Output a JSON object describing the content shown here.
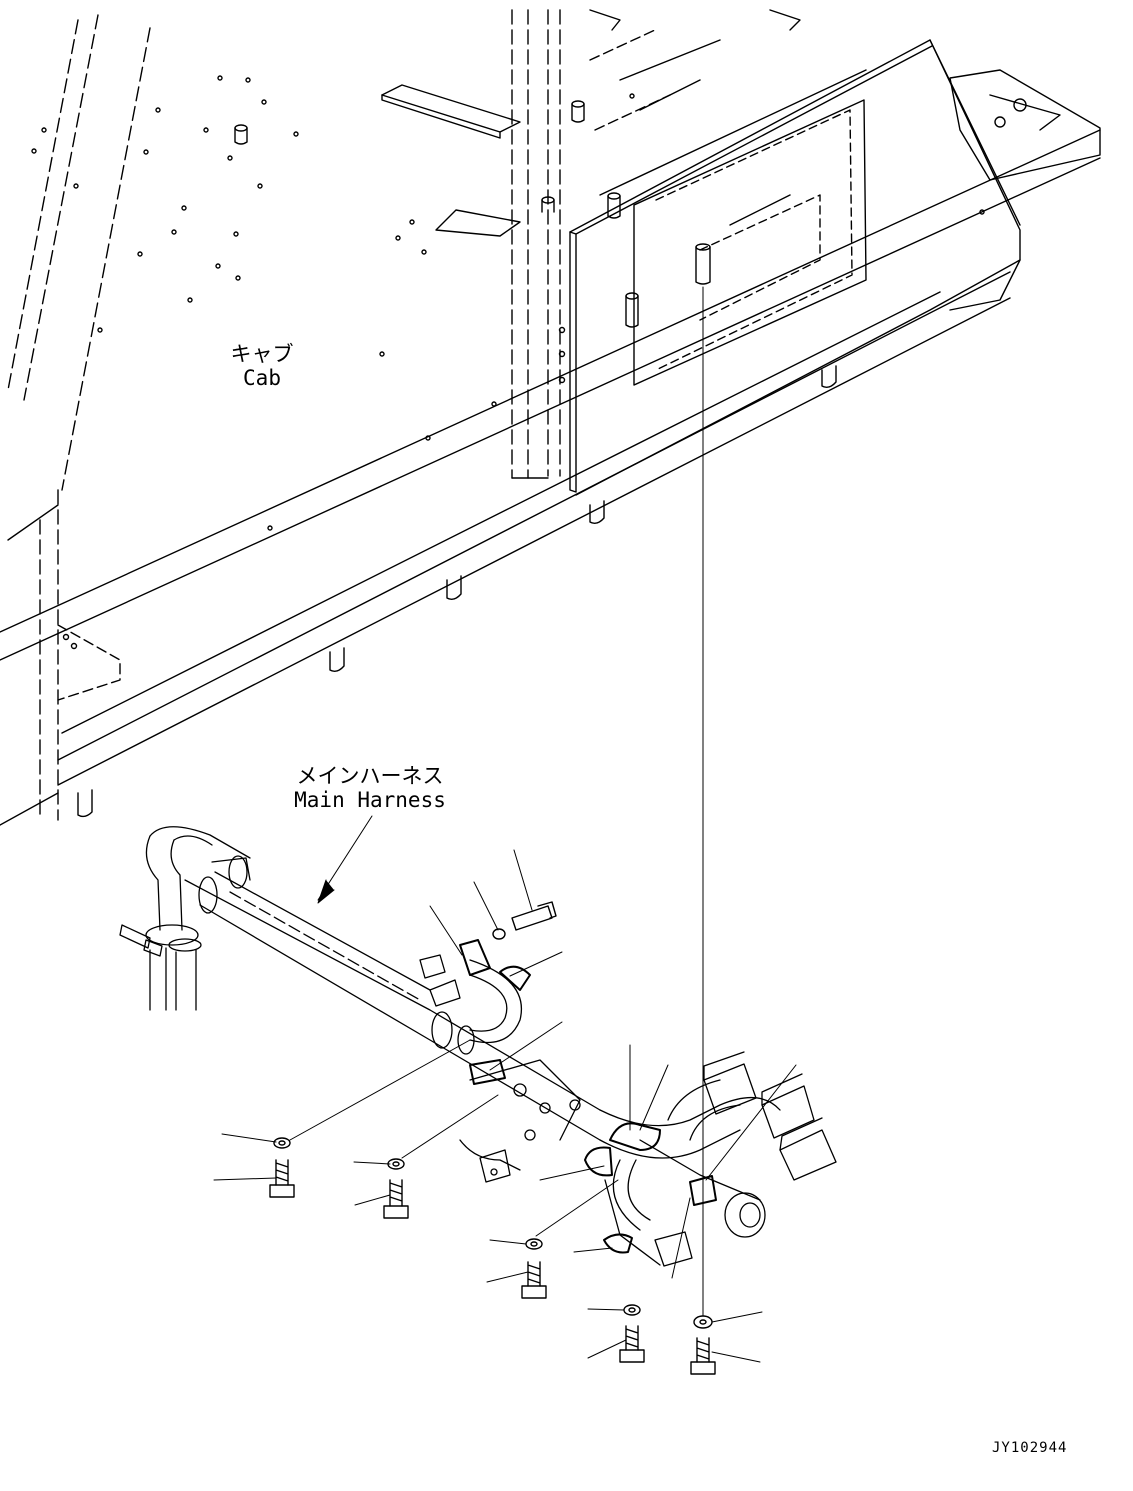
{
  "labels": {
    "cab_ja": "キャブ",
    "cab_en": "Cab",
    "harness_ja": "メインハーネス",
    "harness_en": "Main Harness"
  },
  "drawing_id": "JY102944"
}
